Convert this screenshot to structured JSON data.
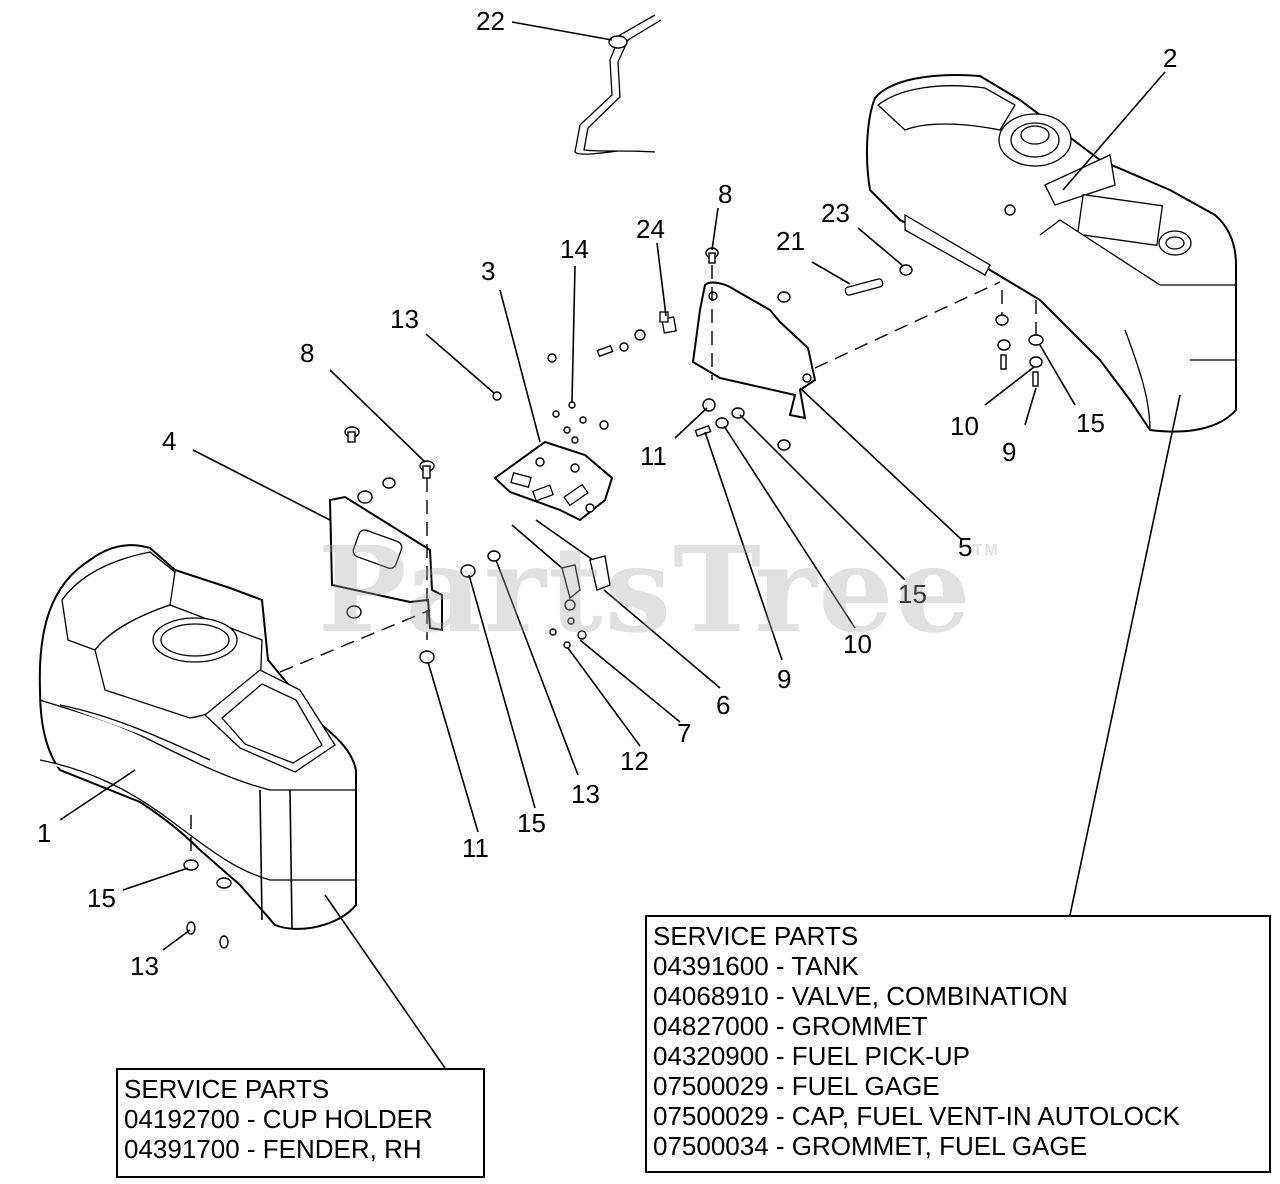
{
  "callouts": {
    "c1": "1",
    "c2": "2",
    "c3": "3",
    "c4": "4",
    "c5": "5",
    "c6": "6",
    "c7": "7",
    "c8a": "8",
    "c8b": "8",
    "c9a": "9",
    "c9b": "9",
    "c10a": "10",
    "c10b": "10",
    "c11a": "11",
    "c11b": "11",
    "c12": "12",
    "c13a": "13",
    "c13b": "13",
    "c13c": "13",
    "c14": "14",
    "c15a": "15",
    "c15b": "15",
    "c15c": "15",
    "c15d": "15",
    "c21": "21",
    "c22": "22",
    "c23": "23",
    "c24": "24"
  },
  "watermark": {
    "text": "PartsTree",
    "tm": "TM"
  },
  "service_parts_right": {
    "title": "SERVICE PARTS",
    "lines": [
      "04391600 - TANK",
      "04068910 - VALVE, COMBINATION",
      "04827000 - GROMMET",
      "04320900 - FUEL PICK-UP",
      "07500029 - FUEL GAGE",
      "07500029 - CAP, FUEL VENT-IN AUTOLOCK",
      "07500034 - GROMMET, FUEL GAGE"
    ]
  },
  "service_parts_left": {
    "title": "SERVICE PARTS",
    "lines": [
      "04192700 - CUP HOLDER",
      "04391700 - FENDER, RH"
    ]
  }
}
